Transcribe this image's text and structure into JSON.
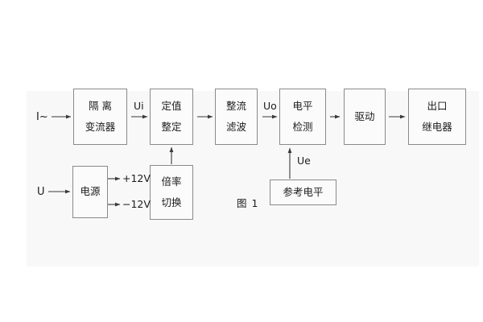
{
  "figure": {
    "caption": "图 1",
    "background_color": "#f8f8f8",
    "line_color": "#3a3a3a",
    "box_border_color": "#8a8a8a",
    "text_color": "#1c1c1c"
  },
  "inputs": [
    {
      "name": "current-input",
      "label": "I~"
    },
    {
      "name": "voltage-input",
      "label": "U"
    }
  ],
  "signals": [
    {
      "name": "ui",
      "label": "Ui"
    },
    {
      "name": "uo",
      "label": "Uo"
    },
    {
      "name": "ue",
      "label": "Ue"
    }
  ],
  "rails": [
    {
      "name": "positive-rail",
      "label": "+12V"
    },
    {
      "name": "negative-rail",
      "label": "−12V"
    }
  ],
  "blocks": {
    "isolation_transformer": {
      "line1": "隔离",
      "line2": "变流器"
    },
    "setting_adjust": {
      "line1": "定值",
      "line2": "整定"
    },
    "rectify_filter": {
      "line1": "整流",
      "line2": "滤波"
    },
    "level_detect": {
      "line1": "电平",
      "line2": "检测"
    },
    "drive": {
      "line1": "驱动"
    },
    "output_relay": {
      "line1": "出口",
      "line2": "继电器"
    },
    "power_supply": {
      "line1": "电源"
    },
    "multiplier_switch": {
      "line1": "倍率",
      "line2": "切换"
    },
    "reference_level": {
      "line1": "参考电平"
    }
  }
}
